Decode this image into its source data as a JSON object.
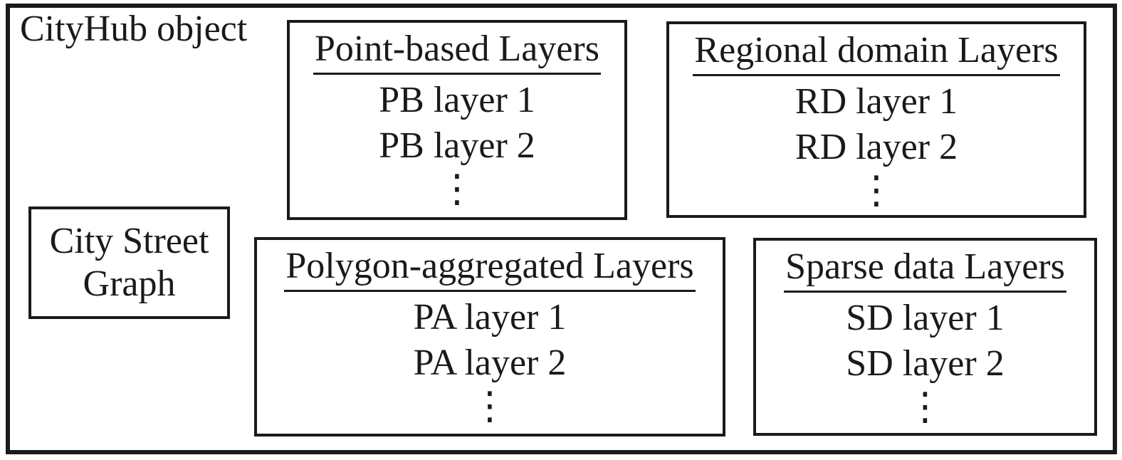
{
  "diagram": {
    "title": "CityHub object",
    "ellipsis": "⋮",
    "street_graph": {
      "lines": [
        "City Street",
        "Graph"
      ]
    },
    "layer_groups": [
      {
        "id": "point-based",
        "title": "Point-based Layers",
        "items": [
          "PB layer 1",
          "PB layer 2"
        ]
      },
      {
        "id": "regional-domain",
        "title": "Regional domain Layers",
        "items": [
          "RD layer 1",
          "RD layer 2"
        ]
      },
      {
        "id": "polygon-aggregated",
        "title": "Polygon-aggregated Layers",
        "items": [
          "PA layer 1",
          "PA layer 2"
        ]
      },
      {
        "id": "sparse-data",
        "title": "Sparse data Layers",
        "items": [
          "SD layer 1",
          "SD layer 2"
        ]
      }
    ],
    "colors": {
      "ink": "#1a1a1a",
      "background": "#ffffff"
    }
  }
}
